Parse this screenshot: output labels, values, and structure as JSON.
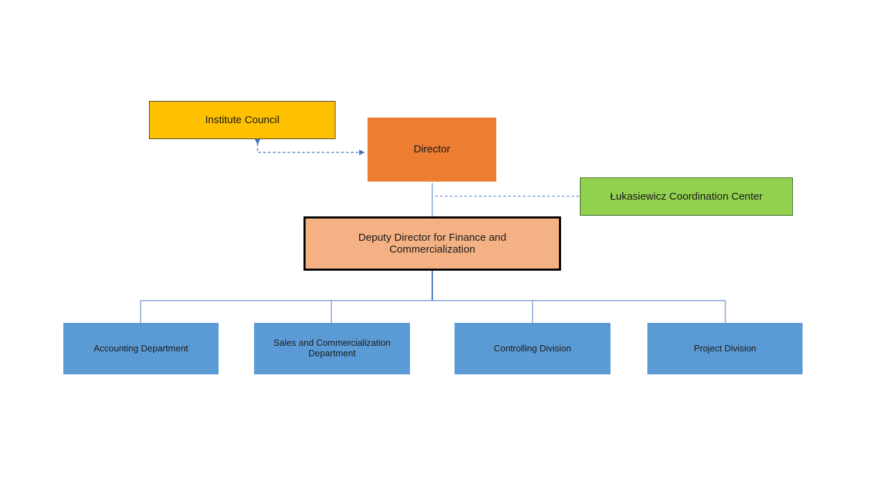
{
  "colors": {
    "council": "#ffc000",
    "director": "#ed7d31",
    "coordination": "#92d050",
    "deputy": "#f4b183",
    "department": "#5b9bd5",
    "connector": "#4472c4"
  },
  "nodes": {
    "institute_council": "Institute Council",
    "director": "Director",
    "coordination_center": "Łukasiewicz Coordination Center",
    "deputy_director": "Deputy Director for Finance and Commercialization",
    "departments": [
      "Accounting Department",
      "Sales and Commercialization Department",
      "Controlling Division",
      "Project Division"
    ]
  }
}
